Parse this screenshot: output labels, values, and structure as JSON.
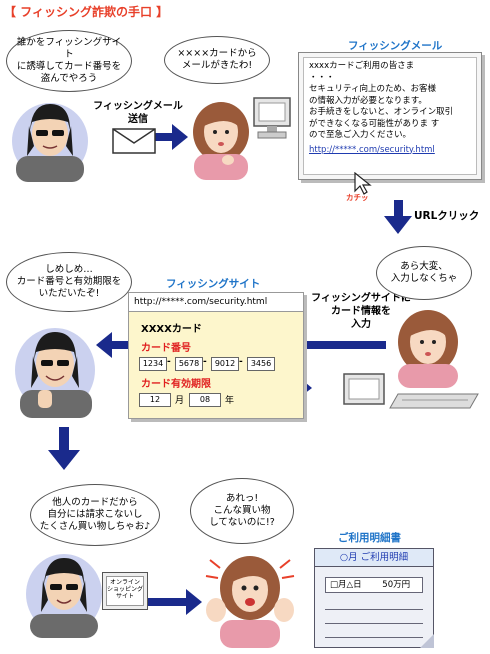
{
  "title": "【 フィッシング詐欺の手口 】",
  "bubbles": {
    "criminal_plan": "誰かをフィッシングサイト\nに誘導してカード番号を\n盗んでやろう",
    "victim_mail": "××××カードから\nメールがきたわ!",
    "victim_input": "あら大変、\n入力しなくちゃ",
    "criminal_got": "しめしめ…\nカード番号と有効期限を\nいただいたぞ!",
    "criminal_shop": "他人のカードだから\n自分には請求こないし\nたくさん買い物しちゃお♪",
    "victim_surprise": "あれっ!\nこんな買い物\nしてないのに!?"
  },
  "labels": {
    "send_mail": "フィッシングメール\n送信",
    "url_click": "URLクリック",
    "input_info": "フィッシングサイトに\nカード情報を\n入力",
    "click_sound": "カチッ",
    "shop_site": "オンライン\nショッピング\nサイト"
  },
  "phishing_mail": {
    "caption": "フィッシングメール",
    "lines": [
      "xxxxカードご利用の皆さま",
      "・・・",
      "セキュリティ向上のため、お客様",
      "の情報入力が必要となります。",
      "お手続きをしないと、オンライン取引",
      "ができなくなる可能性がありま す",
      "ので至急ご入力ください。"
    ],
    "link": "http://*****.com/security.html"
  },
  "phishing_site": {
    "caption": "フィッシングサイト",
    "url": "http://*****.com/security.html",
    "card_name": "XXXXカード",
    "card_number_label": "カード番号",
    "card_numbers": [
      "1234",
      "5678",
      "9012",
      "3456"
    ],
    "expiry_label": "カード有効期限",
    "expiry_month": "12",
    "month_unit": "月",
    "expiry_year": "08",
    "year_unit": "年"
  },
  "statement": {
    "caption": "ご利用明細書",
    "header": "○月 ご利用明細",
    "entry_date": "□月△日",
    "entry_amount": "50万円"
  },
  "colors": {
    "arrow": "#1a2a8c",
    "caption_blue": "#1f74c8",
    "title_red": "#e8402a",
    "form_red": "#e02020"
  }
}
